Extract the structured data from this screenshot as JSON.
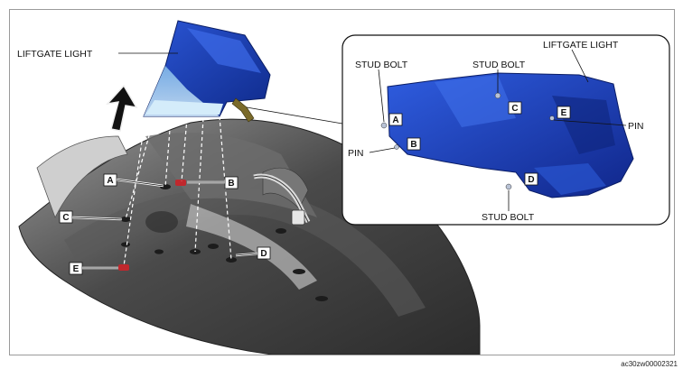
{
  "labels": {
    "liftgate_light_main": "LIFTGATE LIGHT",
    "liftgate_light_inset": "LIFTGATE LIGHT",
    "stud_bolt_left": "STUD BOLT",
    "stud_bolt_center": "STUD BOLT",
    "stud_bolt_bottom": "STUD BOLT",
    "pin_left": "PIN",
    "pin_right": "PIN"
  },
  "callouts": {
    "a": "A",
    "b": "B",
    "c": "C",
    "d": "D",
    "e": "E"
  },
  "figure_code": "ac30zw00002321",
  "colors": {
    "lamp_blue": "#1a3fb8",
    "lamp_light": "#6fa8dc",
    "panel_dark": "#3a3a3a",
    "panel_light": "#8a8a8a",
    "pin_red": "#c0282d"
  }
}
